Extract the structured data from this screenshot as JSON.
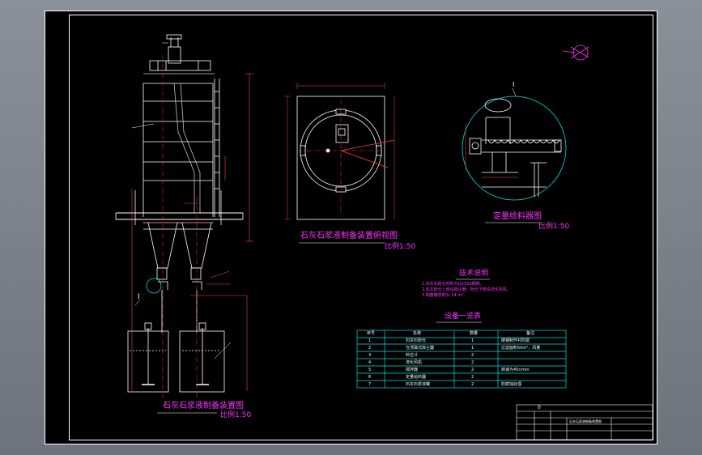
{
  "views": {
    "elevation": {
      "title": "石灰石浆液制备装置图",
      "scale": "比例1:50",
      "label_I": "I"
    },
    "plan": {
      "title": "石灰石浆液制备装置俯视图",
      "scale": "比例1:50"
    },
    "detail": {
      "label_I": "I",
      "title": "定量给料器图",
      "scale": "比例1:50"
    }
  },
  "notes": {
    "title": "技术说明",
    "lines": [
      "1.石灰石粉仓材料为Q235A钢制。",
      "2.石灰粉仓上部设除尘器，粉仓下部设流化风机。",
      "3.制备罐容积为 14 m³。"
    ]
  },
  "equipment_table": {
    "title": "设备一览表",
    "headers": [
      "序号",
      "名称",
      "数量",
      "备注"
    ],
    "rows": [
      [
        "1",
        "石灰石粉仓",
        "1",
        "碳钢制作衬防腐"
      ],
      [
        "2",
        "仓顶袋式除尘器",
        "1",
        "过滤面积50m²，风量"
      ],
      [
        "3",
        "料位计",
        "2",
        ""
      ],
      [
        "4",
        "流化风机",
        "2",
        ""
      ],
      [
        "5",
        "搅拌器",
        "2",
        "转速为45r/min"
      ],
      [
        "6",
        "定量给料器",
        "2",
        ""
      ],
      [
        "7",
        "石灰石浆液罐",
        "2",
        "防腐蚀处理"
      ]
    ]
  },
  "title_block": {
    "sheet_no": "0",
    "drawing_name": "石灰石浆液制备装置图"
  },
  "colors": {
    "background": "#000000",
    "frame": "#ffffff",
    "equipment": "#ffffff",
    "dimension": "#ff4040",
    "table": "#00e0e0",
    "title": "#ff33ff",
    "centerline": "#ff3030"
  }
}
